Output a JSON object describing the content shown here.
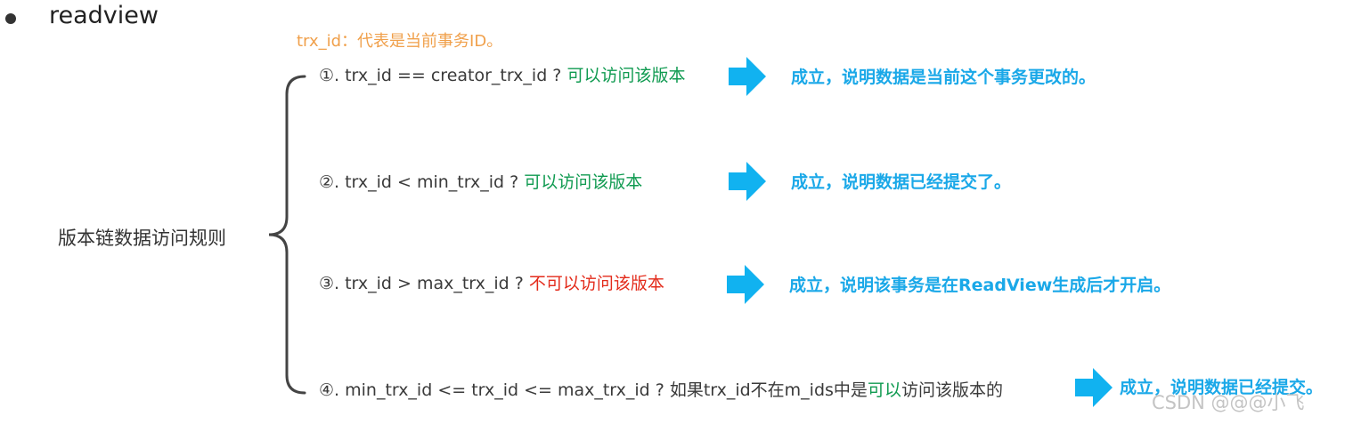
{
  "header": {
    "title": "readview"
  },
  "note": {
    "text": "trx_id：代表是当前事务ID。",
    "color": "#f0a04b"
  },
  "label": {
    "text": "版本链数据访问规则"
  },
  "rules": [
    {
      "condition": "①. trx_id  == creator_trx_id ?",
      "verdict": "可以访问该版本",
      "result": "成立，说明数据是当前这个事务更改的。"
    },
    {
      "condition": "②. trx_id < min_trx_id ?",
      "verdict": "可以访问该版本",
      "result": "成立，说明数据已经提交了。"
    },
    {
      "condition": "③. trx_id > max_trx_id ?",
      "verdict": "不可以访问该版本",
      "result": "成立，说明该事务是在ReadView生成后才开启。"
    },
    {
      "condition": "④. min_trx_id <= trx_id <= max_trx_id ?  如果trx_id不在m_ids中是",
      "verdict": "可以",
      "suffix": "访问该版本的",
      "result": "成立，说明数据已经提交。"
    }
  ],
  "colors": {
    "allow": "#0f9a50",
    "deny": "#e32b1b",
    "result": "#1aa8e8",
    "arrow": "#11b2f0"
  },
  "watermark": {
    "text": "CSDN @@@小飞"
  }
}
